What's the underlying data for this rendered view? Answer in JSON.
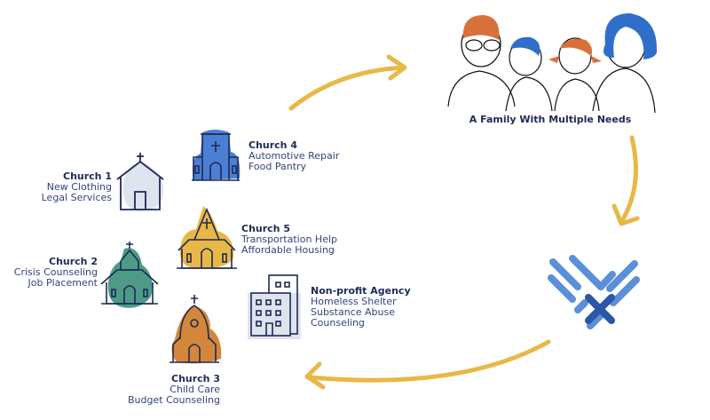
{
  "family": {
    "caption": "A Family With Multiple Needs"
  },
  "providers": [
    {
      "name": "Church 1",
      "services": [
        "New Clothing",
        "Legal Services"
      ]
    },
    {
      "name": "Church 2",
      "services": [
        "Crisis Counseling",
        "Job Placement"
      ]
    },
    {
      "name": "Church 3",
      "services": [
        "Child Care",
        "Budget Counseling"
      ]
    },
    {
      "name": "Church 4",
      "services": [
        "Automotive Repair",
        "Food Pantry"
      ]
    },
    {
      "name": "Church 5",
      "services": [
        "Transportation Help",
        "Affordable Housing"
      ]
    },
    {
      "name": "Non-profit Agency",
      "services": [
        "Homeless Shelter",
        "Substance Abuse",
        "Counseling"
      ]
    }
  ],
  "colors": {
    "arrow": "#e8b847",
    "navy": "#1d2a55",
    "blue": "#4a7fd4",
    "gold": "#e8b847",
    "teal": "#4d9b86",
    "orange": "#d4873a",
    "gray": "#dfe3ee"
  }
}
